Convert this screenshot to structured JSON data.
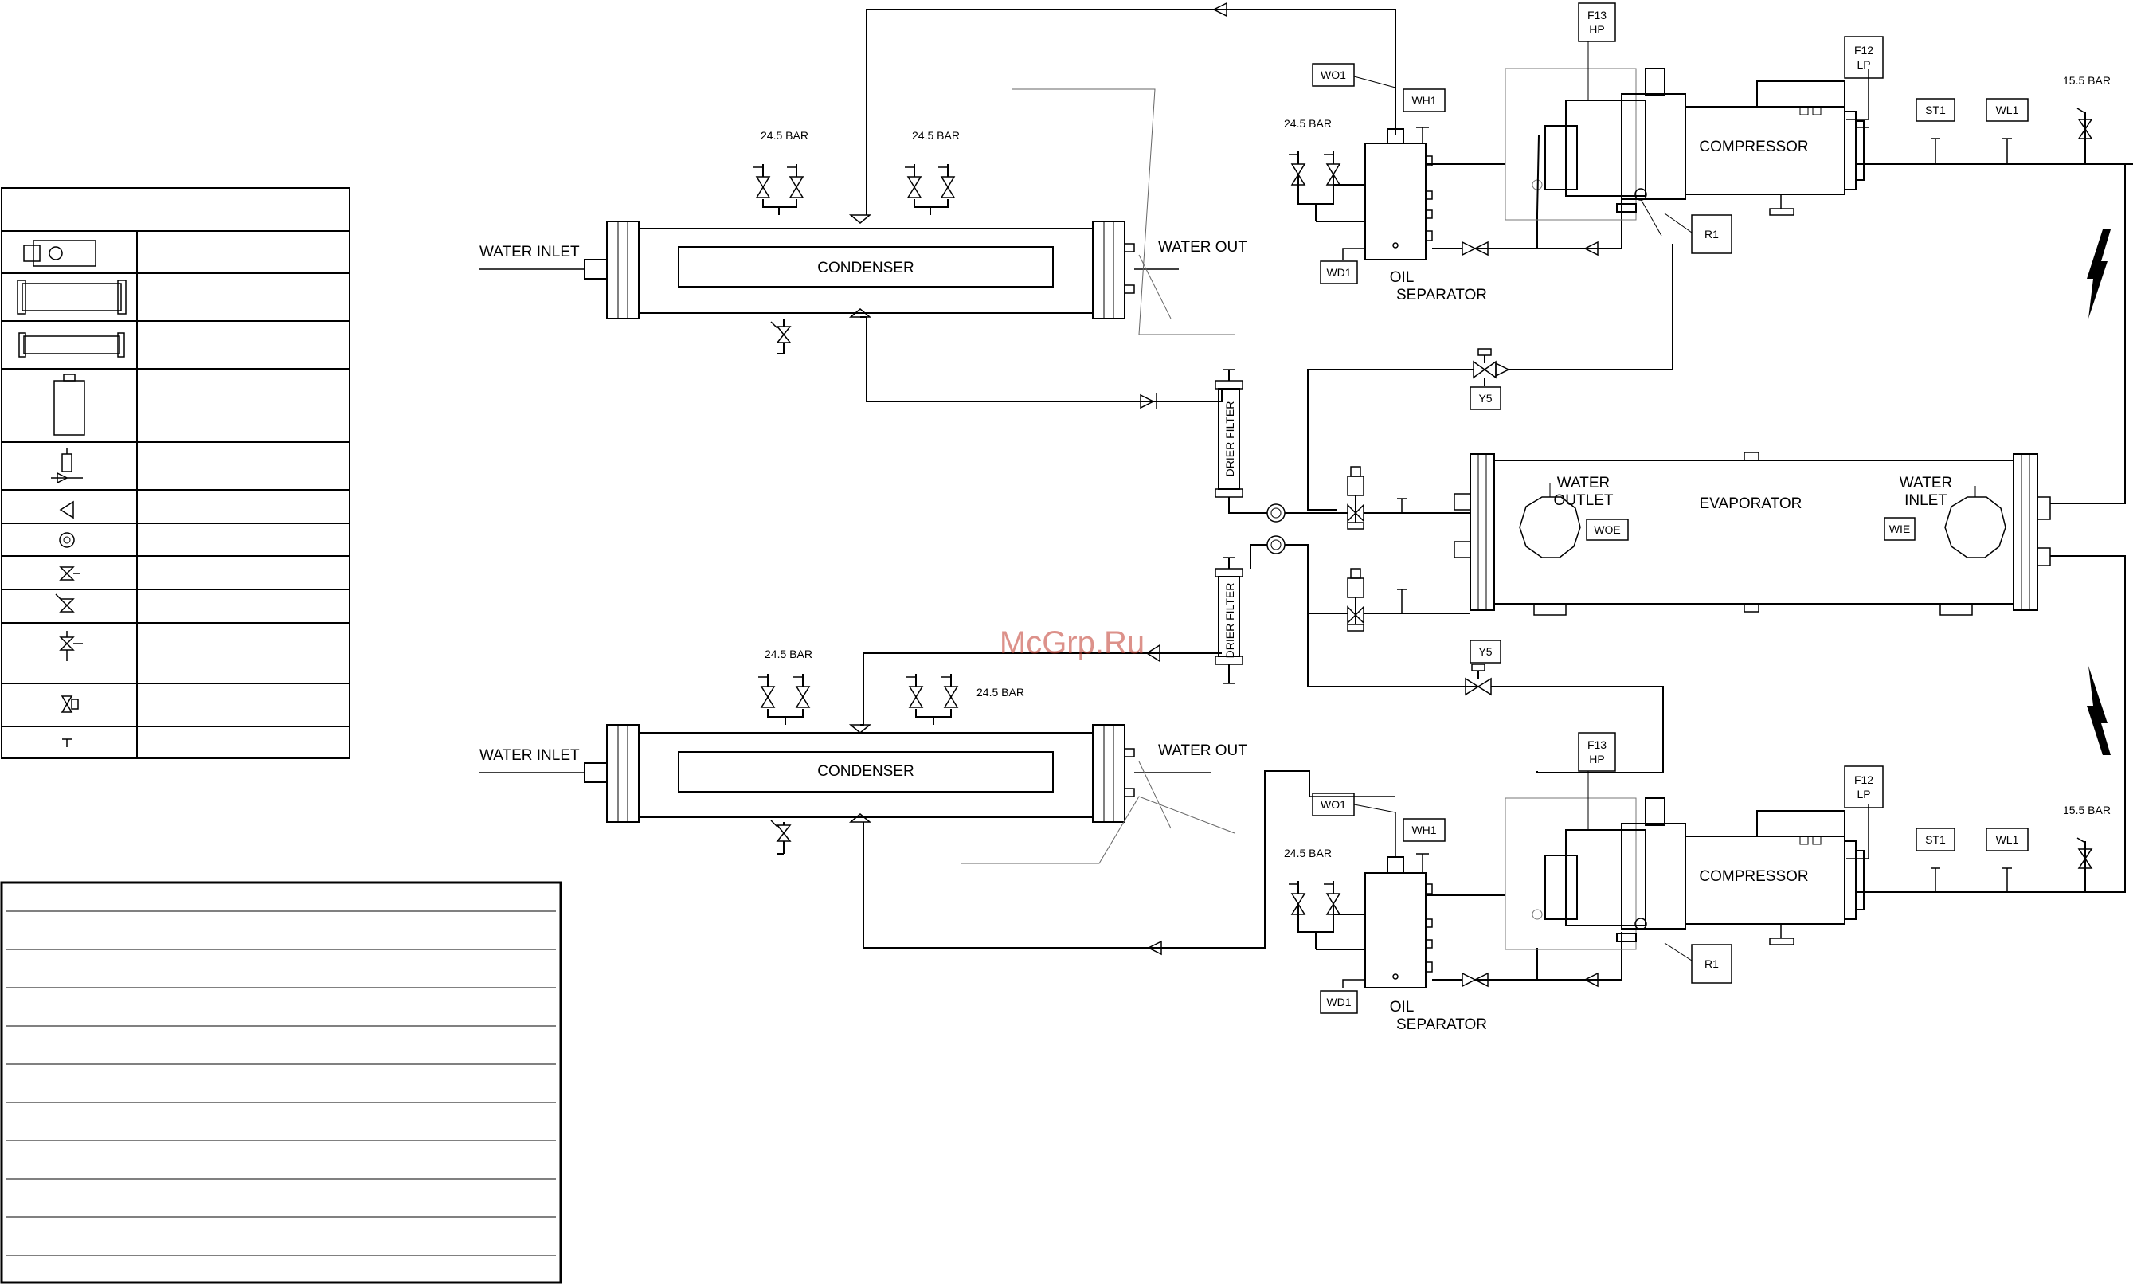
{
  "watermark": "McGrp.Ru",
  "pressures": {
    "cond_top_left": "24.5 BAR",
    "cond_top_right": "24.5 BAR",
    "cond_bottom_left": "24.5 BAR",
    "cond_bottom_right": "24.5 BAR",
    "oil_top": "24.5 BAR",
    "oil_bottom": "24.5 BAR",
    "suction_top": "15.5 BAR",
    "suction_bottom": "15.5 BAR"
  },
  "condenser_top": {
    "name": "CONDENSER",
    "inlet": "WATER INLET",
    "outlet": "WATER OUT"
  },
  "condenser_bottom": {
    "name": "CONDENSER",
    "inlet": "WATER INLET",
    "outlet": "WATER OUT"
  },
  "oil_separator_top": {
    "line1": "OIL",
    "line2": "SEPARATOR"
  },
  "oil_separator_bottom": {
    "line1": "OIL",
    "line2": "SEPARATOR"
  },
  "compressor_top": "COMPRESSOR",
  "compressor_bottom": "COMPRESSOR",
  "evaporator": {
    "name": "EVAPORATOR",
    "outlet1": "WATER",
    "outlet2": "OUTLET",
    "inlet1": "WATER",
    "inlet2": "INLET"
  },
  "drier_filter_top": "DRIER FILTER",
  "drier_filter_bottom": "DRIER FILTER",
  "tags": {
    "wo1": "WO1",
    "wh1": "WH1",
    "wd1": "WD1",
    "f13": "F13",
    "hp": "HP",
    "f12": "F12",
    "lp": "LP",
    "st1": "ST1",
    "wl1": "WL1",
    "r1": "R1",
    "y5": "Y5",
    "woe": "WOE",
    "wie": "WIE"
  }
}
